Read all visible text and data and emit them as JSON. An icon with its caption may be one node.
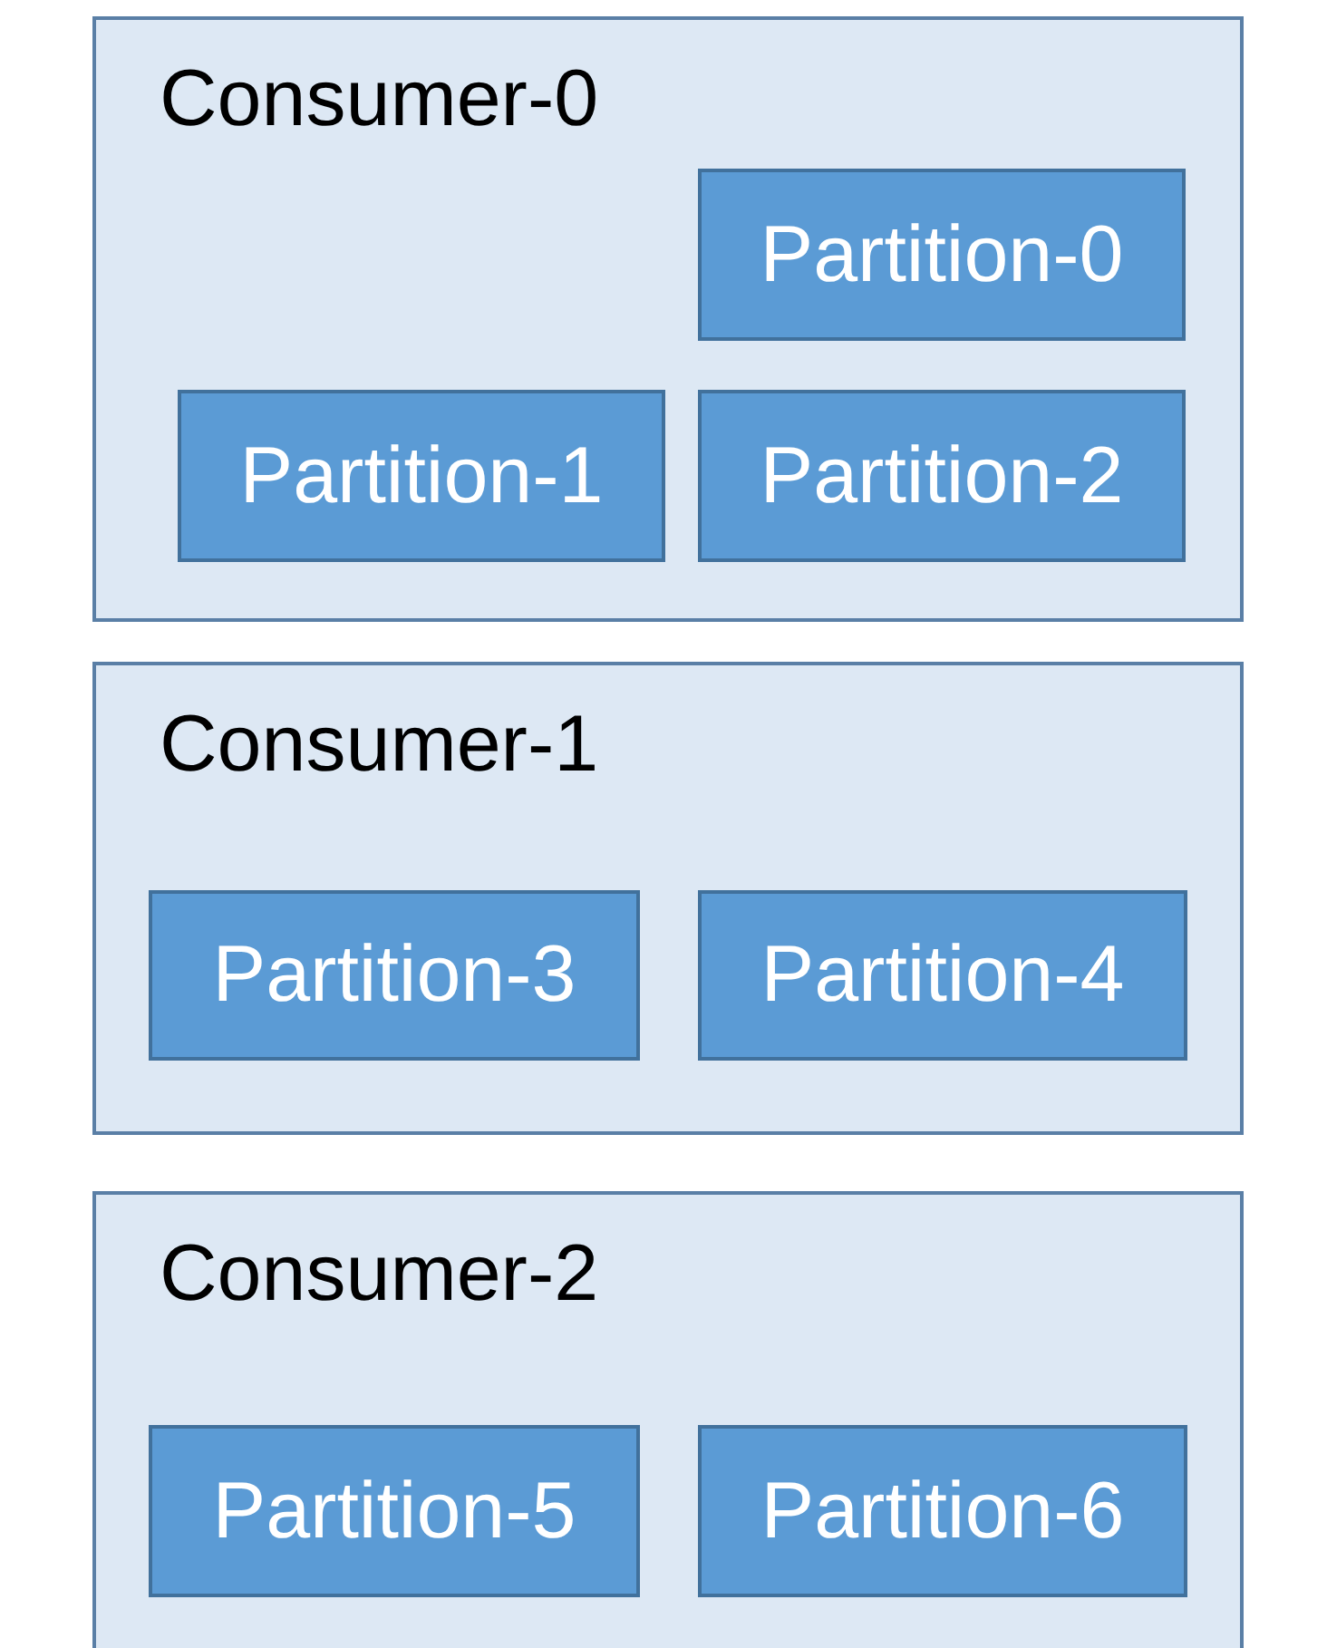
{
  "diagram": {
    "nodes": [
      {
        "text": [
          "Consumer-0"
        ]
      },
      {
        "text": [
          "Partition-0"
        ],
        "in": 0
      },
      {
        "text": [
          "Partition-1"
        ],
        "in": 0
      },
      {
        "text": [
          "Partition-2"
        ],
        "in": 0
      },
      {
        "text": [
          "Consumer-1"
        ]
      },
      {
        "text": [
          "Partition-3"
        ],
        "in": 4
      },
      {
        "text": [
          "Partition-4"
        ],
        "in": 4
      },
      {
        "text": [
          "Consumer-2"
        ]
      },
      {
        "text": [
          "Partition-5"
        ],
        "in": 7
      },
      {
        "text": [
          "Partition-6"
        ],
        "in": 7
      }
    ]
  }
}
